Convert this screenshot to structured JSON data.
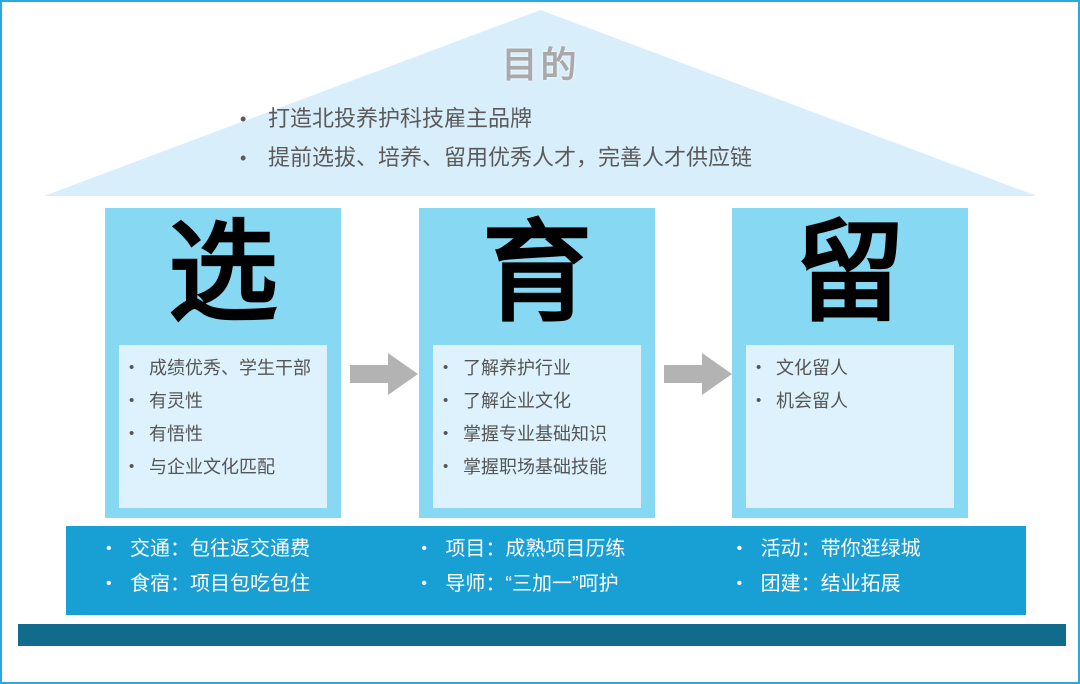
{
  "slide": {
    "border_color": "#29a9e0",
    "background": "#ffffff"
  },
  "roof": {
    "title": "目的",
    "title_color": "#a9a9a9",
    "fill_color": "#d9eefb",
    "bullet_marker": "•",
    "bullets": [
      "打造北投养护科技雇主品牌",
      "提前选拔、培养、留用优秀人才，完善人才供应链"
    ]
  },
  "pillars": {
    "card_color": "#87d8f2",
    "inner_box_color": "#ddf2fc",
    "bullet_marker": "•",
    "items": [
      {
        "character": "选",
        "bullets": [
          "成绩优秀、学生干部",
          "有灵性",
          "有悟性",
          "与企业文化匹配"
        ]
      },
      {
        "character": "育",
        "bullets": [
          "了解养护行业",
          "了解企业文化",
          "掌握专业基础知识",
          "掌握职场基础技能"
        ]
      },
      {
        "character": "留",
        "bullets": [
          "文化留人",
          "机会留人"
        ]
      }
    ]
  },
  "arrows": {
    "color": "#b3b3b3",
    "count": 2,
    "direction": "right"
  },
  "benefits": {
    "bar_color": "#189fd4",
    "text_color": "#ffffff",
    "bullet_marker": "•",
    "columns": [
      {
        "bullets": [
          "交通：包往返交通费",
          "食宿：项目包吃包住"
        ]
      },
      {
        "bullets": [
          "项目：成熟项目历练",
          "导师：“三加一”呵护"
        ]
      },
      {
        "bullets": [
          "活动：带你逛绿城",
          "团建：结业拓展"
        ]
      }
    ]
  },
  "base": {
    "color": "#106b8c"
  }
}
